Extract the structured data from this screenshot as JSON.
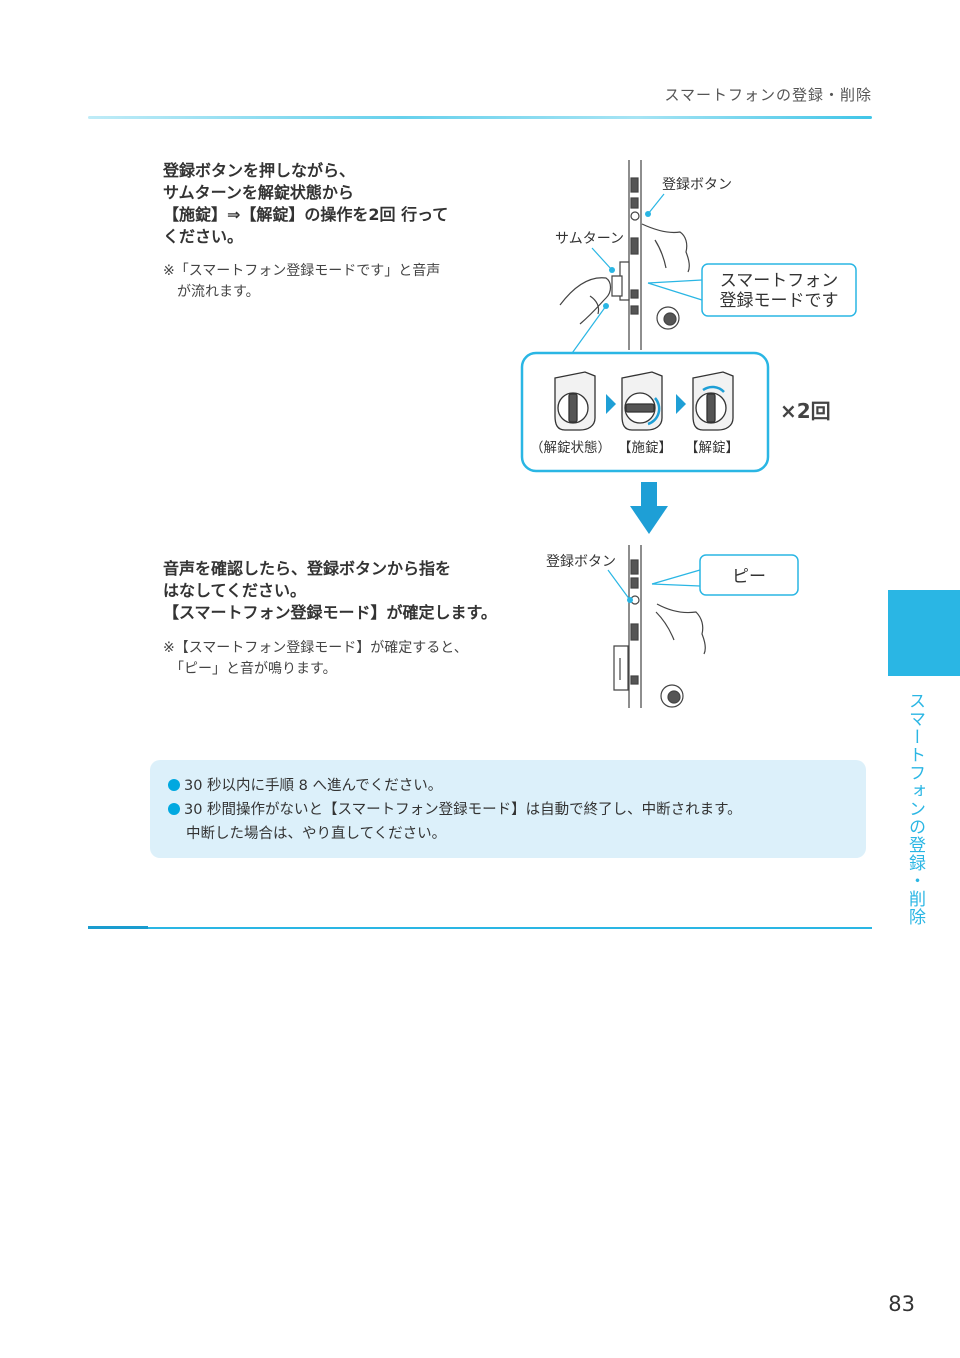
{
  "header": {
    "title": "スマートフォンの登録・削除"
  },
  "step1": {
    "instruction": [
      "登録ボタンを押しながら、",
      "サムターンを解錠状態から",
      "【施錠】⇒【解錠】の操作を2回 行って",
      "ください。"
    ],
    "note": [
      "※「スマートフォン登録モードです」と音声",
      "　が流れます。"
    ]
  },
  "illustration1": {
    "register_button_label": "登録ボタン",
    "thumbturn_label": "サムターン",
    "speech_bubble": [
      "スマートフォン",
      "登録モードです"
    ],
    "states": [
      "（解錠状態）",
      "【施錠】",
      "【解錠】"
    ],
    "repeat_label": "×2回"
  },
  "step2": {
    "instruction": [
      "音声を確認したら、登録ボタンから指を",
      "はなしてください。",
      "【スマートフォン登録モード】が確定します。"
    ],
    "note": [
      "※【スマートフォン登録モード】が確定すると、",
      "　「ピー」と音が鳴ります。"
    ]
  },
  "illustration2": {
    "register_button_label": "登録ボタン",
    "speech_bubble": "ピー"
  },
  "info": {
    "items": [
      "30 秒以内に手順 8 へ進んでください。",
      "30 秒間操作がないと【スマートフォン登録モード】は自動で終了し、中断されます。"
    ],
    "continuation": "中断した場合は、やり直してください。"
  },
  "side_tab": {
    "label": "スマートフォンの登録・削除"
  },
  "page_number": "83",
  "colors": {
    "accent": "#2ab6e4",
    "info_bg": "#dcf0fa",
    "bullet": "#00a8e0",
    "arrow": "#1e9fd6"
  }
}
